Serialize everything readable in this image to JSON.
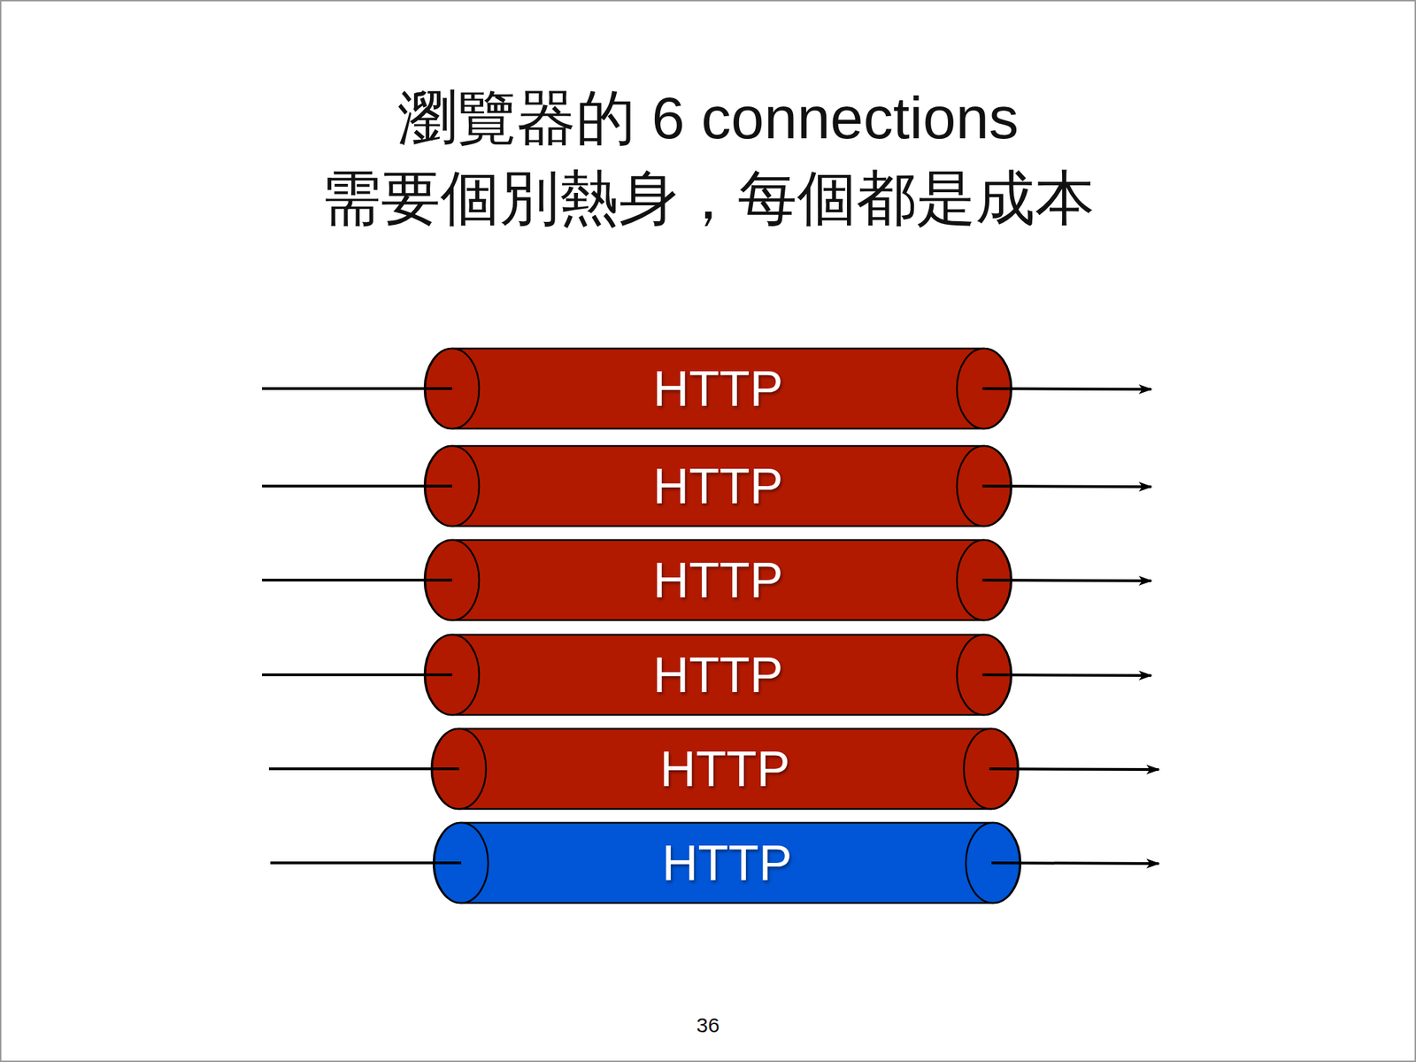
{
  "diagram": {
    "title": "瀏覽器的 6 connections 需要個別熱身，每個都是成本",
    "nodes": [
      {
        "text": [
          "HTTP"
        ]
      },
      {
        "text": [
          "HTTP"
        ]
      },
      {
        "text": [
          "HTTP"
        ]
      },
      {
        "text": [
          "HTTP"
        ]
      },
      {
        "text": [
          "HTTP"
        ]
      },
      {
        "text": [
          "HTTP"
        ]
      }
    ],
    "labels": [
      "36"
    ]
  }
}
